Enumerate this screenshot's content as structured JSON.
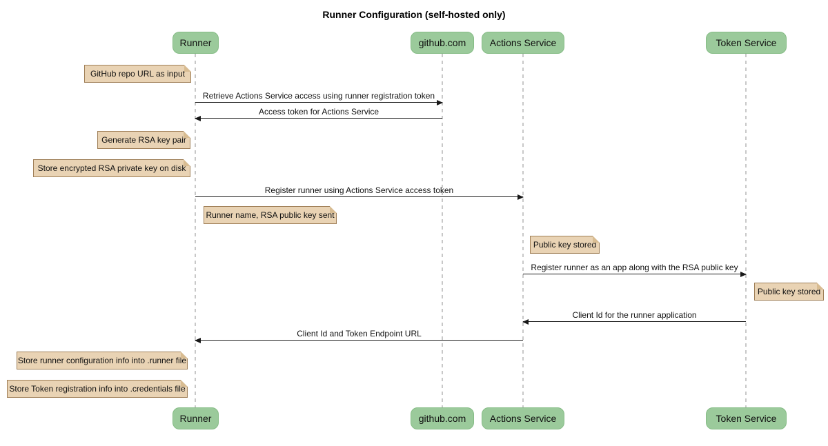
{
  "title": "Runner Configuration (self-hosted only)",
  "colors": {
    "participant_fill": "#9BCA9B",
    "participant_border": "#85BC85",
    "note_fill": "#E9D3B4",
    "note_border": "#9E7E56",
    "lifeline": "#C8C8C8",
    "arrow": "#181818",
    "background": "#FFFFFF"
  },
  "participants": [
    {
      "label": "Runner"
    },
    {
      "label": "github.com"
    },
    {
      "label": "Actions Service"
    },
    {
      "label": "Token Service"
    }
  ],
  "notes": [
    {
      "text": "GitHub repo URL as input"
    },
    {
      "text": "Generate RSA key pair"
    },
    {
      "text": "Store encrypted RSA private key on disk"
    },
    {
      "text": "Runner name, RSA public key sent"
    },
    {
      "text": "Public key stored"
    },
    {
      "text": "Public key stored"
    },
    {
      "text": "Store runner configuration info into .runner file"
    },
    {
      "text": "Store Token registration info into .credentials file"
    }
  ],
  "messages": [
    {
      "text": "Retrieve Actions Service access using runner registration token",
      "from": "Runner",
      "to": "github.com"
    },
    {
      "text": "Access token for Actions Service",
      "from": "github.com",
      "to": "Runner"
    },
    {
      "text": "Register runner using Actions Service access token",
      "from": "Runner",
      "to": "Actions Service"
    },
    {
      "text": "Register runner as an app along with the RSA public key",
      "from": "Actions Service",
      "to": "Token Service"
    },
    {
      "text": "Client Id for the runner application",
      "from": "Token Service",
      "to": "Actions Service"
    },
    {
      "text": "Client Id and Token Endpoint URL",
      "from": "Actions Service",
      "to": "Runner"
    }
  ]
}
